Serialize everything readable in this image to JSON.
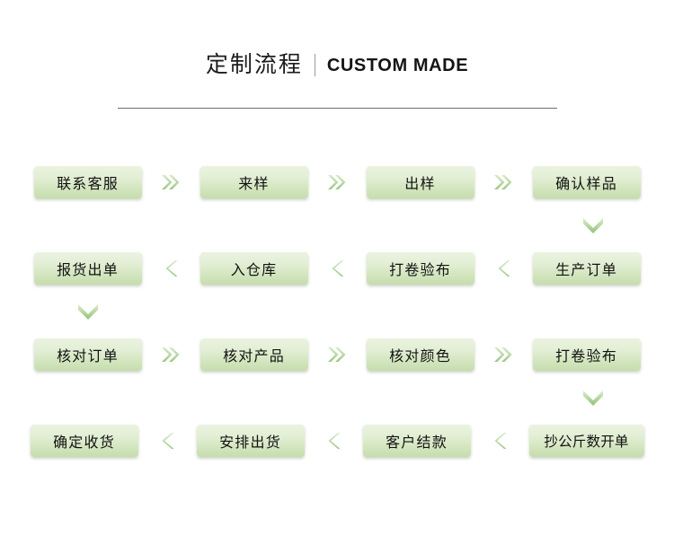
{
  "header": {
    "title_cn": "定制流程",
    "separator": "|",
    "title_en": "CUSTOM MADE"
  },
  "colors": {
    "node_gradient_top": "#eaf3e0",
    "node_gradient_bottom": "#c6dcae",
    "arrow_green": "#a9cf94",
    "text": "#121212",
    "rule": "#6e6e6e"
  },
  "flow": {
    "rows": [
      {
        "id": "row-1",
        "direction": "right",
        "connector_icon": "chevron-double-right-icon",
        "nodes": [
          {
            "label": "联系客服",
            "wide": false
          },
          {
            "label": "来样",
            "wide": false
          },
          {
            "label": "出样",
            "wide": false
          },
          {
            "label": "确认样品",
            "wide": false
          }
        ]
      },
      {
        "id": "row-2",
        "direction": "left",
        "connector_icon": "chevron-left-icon",
        "nodes": [
          {
            "label": "报货出单",
            "wide": false
          },
          {
            "label": "入仓库",
            "wide": false
          },
          {
            "label": "打卷验布",
            "wide": false
          },
          {
            "label": "生产订单",
            "wide": false
          }
        ]
      },
      {
        "id": "row-3",
        "direction": "right",
        "connector_icon": "chevron-double-right-icon",
        "nodes": [
          {
            "label": "核对订单",
            "wide": false
          },
          {
            "label": "核对产品",
            "wide": false
          },
          {
            "label": "核对颜色",
            "wide": false
          },
          {
            "label": "打卷验布",
            "wide": false
          }
        ]
      },
      {
        "id": "row-4",
        "direction": "left",
        "connector_icon": "chevron-left-icon",
        "nodes": [
          {
            "label": "确定收货",
            "wide": false
          },
          {
            "label": "安排出货",
            "wide": false
          },
          {
            "label": "客户结款",
            "wide": false
          },
          {
            "label": "抄公斤数开单",
            "wide": true
          }
        ]
      }
    ],
    "vertical_connectors": [
      {
        "id": "vconn-1",
        "side": "right",
        "icon": "chevron-down-icon",
        "after_row": "row-1"
      },
      {
        "id": "vconn-2",
        "side": "left",
        "icon": "chevron-down-icon",
        "after_row": "row-2"
      },
      {
        "id": "vconn-3",
        "side": "right",
        "icon": "chevron-down-icon",
        "after_row": "row-3"
      }
    ]
  }
}
